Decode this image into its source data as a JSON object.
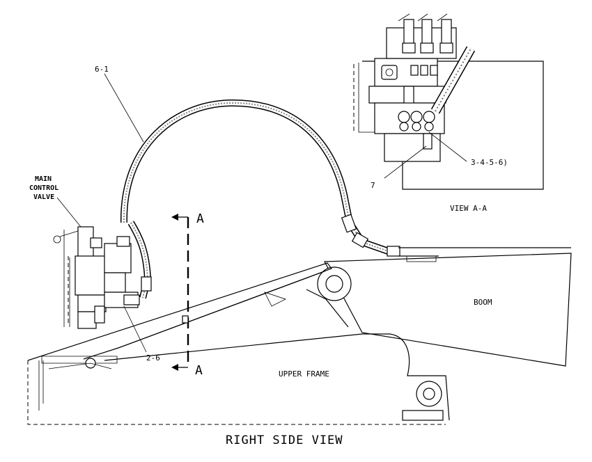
{
  "diagram": {
    "title": "RIGHT SIDE VIEW",
    "callouts": {
      "hose": "6-1",
      "bracket": "2-6",
      "fittings": "3-4-5-6)",
      "clip": "7"
    },
    "labels": {
      "main_control_valve": [
        "MAIN",
        "CONTROL",
        "VALVE"
      ],
      "boom": "BOOM",
      "upper_frame": "UPPER FRAME",
      "view_a_a": "VIEW A-A"
    },
    "section_marks": {
      "top": "A",
      "bottom": "A"
    }
  }
}
